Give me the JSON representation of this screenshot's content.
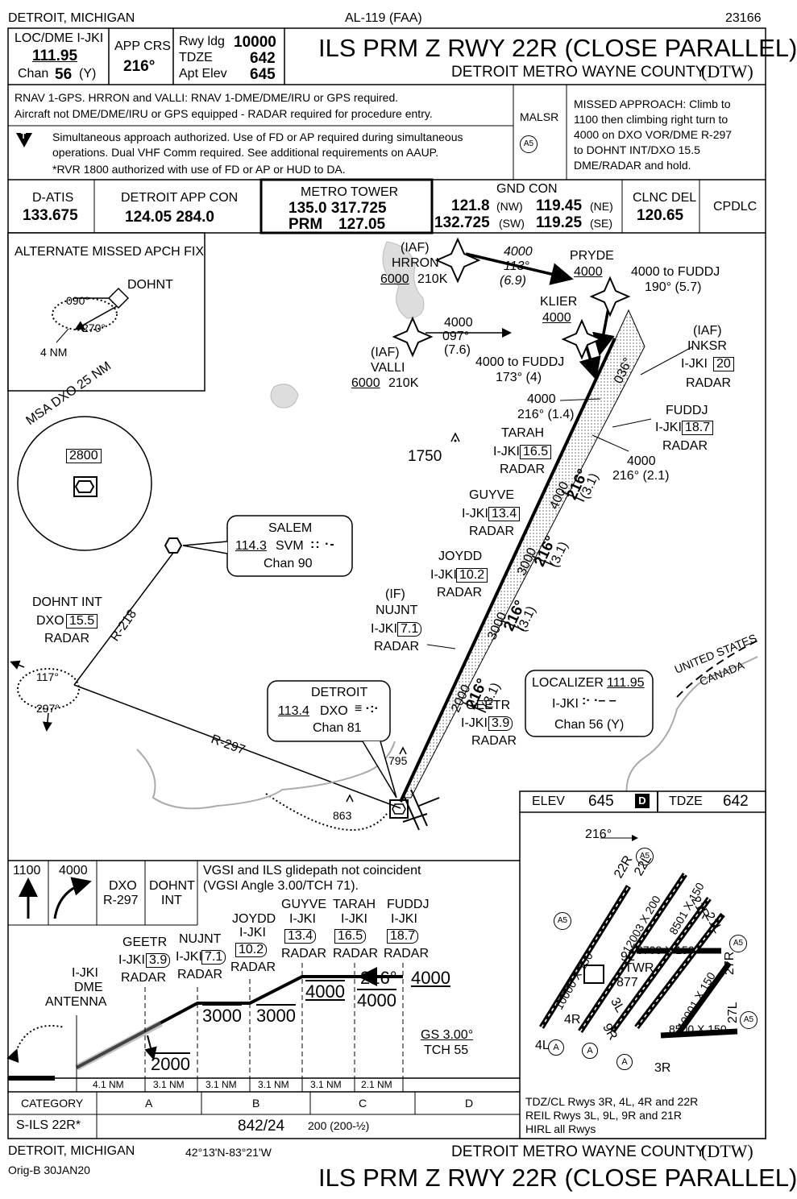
{
  "header": {
    "city": "DETROIT, MICHIGAN",
    "procedure_id": "AL-119 (FAA)",
    "chart_number": "23166",
    "loc_label": "LOC/DME I-JKI",
    "loc_freq": "111.95",
    "loc_chan_label": "Chan",
    "loc_chan": "56",
    "loc_chan_suffix": "(Y)",
    "app_crs_label": "APP CRS",
    "app_crs": "216°",
    "rwy_ldg_label": "Rwy ldg",
    "rwy_ldg": "10000",
    "tdze_label": "TDZE",
    "tdze": "642",
    "apt_elev_label": "Apt Elev",
    "apt_elev": "645",
    "title": "ILS PRM Z RWY 22R (CLOSE PARALLEL)",
    "airport": "DETROIT METRO WAYNE COUNTY",
    "airport_id": "(DTW)"
  },
  "notes": {
    "rnav_1": "RNAV 1-GPS. HRRON and VALLI: RNAV 1-DME/DME/IRU or GPS required.",
    "rnav_2": "Aircraft not DME/DME/IRU or GPS equipped - RADAR required for procedure entry.",
    "simul_1": "Simultaneous approach authorized. Use of FD or AP required during simultaneous",
    "simul_2": "operations. Dual VHF Comm required. See additional requirements on AAUP.",
    "rvr": "*RVR 1800 authorized with use of FD or AP or HUD to DA.",
    "t_symbol": "T",
    "malsr": "MALSR",
    "missed_approach": [
      "MISSED APPROACH: Climb to",
      "1100 then climbing right turn to",
      "4000 on DXO VOR/DME R-297",
      "to DOHNT INT/DXO 15.5",
      "DME/RADAR and hold."
    ]
  },
  "comms": {
    "datis_label": "D-ATIS",
    "datis": "133.675",
    "app_label": "DETROIT APP CON",
    "app": "124.05  284.0",
    "tower_label": "METRO TOWER",
    "tower": "135.0  317.725",
    "prm_label": "PRM",
    "prm": "127.05",
    "gnd_label": "GND CON",
    "gnd_1": "121.8",
    "gnd_1_sfx": "(NW)",
    "gnd_2": "119.45",
    "gnd_2_sfx": "(NE)",
    "gnd_3": "132.725",
    "gnd_3_sfx": "(SW)",
    "gnd_4": "119.25",
    "gnd_4_sfx": "(SE)",
    "clnc_label": "CLNC DEL",
    "clnc": "120.65",
    "cpdlc": "CPDLC"
  },
  "plan": {
    "alt_missed_title": "ALTERNATE MISSED APCH FIX",
    "alt_dohnt": "DOHNT",
    "alt_090": "090°",
    "alt_270": "270°",
    "alt_4nm": "4 NM",
    "msa_label": "MSA DXO 25 NM",
    "msa_alt": "2800",
    "hrron_iaf": "(IAF)",
    "hrron": "HRRON",
    "hrron_alt": "6000",
    "hrron_spd": "210K",
    "seg_hrron_alt": "4000",
    "seg_hrron_crs": "113°",
    "seg_hrron_dist": "(6.9)",
    "pryde": "PRYDE",
    "pryde_alt": "4000",
    "pryde_seg": "4000 to FUDDJ",
    "pryde_seg_crs": "190° (5.7)",
    "klier": "KLIER",
    "klier_alt": "4000",
    "klier_seg": "4000 to FUDDJ",
    "klier_seg_crs": "173° (4)",
    "valli_iaf": "(IAF)",
    "valli": "VALLI",
    "valli_alt": "6000",
    "valli_spd": "210K",
    "valli_seg_alt": "4000",
    "valli_seg_crs": "097°",
    "valli_seg_dist": "(7.6)",
    "inksr_iaf": "(IAF)",
    "inksr": "INKSR",
    "inksr_dme_lbl": "I-JKI",
    "inksr_dme": "20",
    "inksr_radar": "RADAR",
    "crs_036": "036°",
    "seg_4000_a": "4000",
    "seg_216_a": "216° (1.4)",
    "fuddj": "FUDDJ",
    "fuddj_dme_lbl": "I-JKI",
    "fuddj_dme": "18.7",
    "fuddj_radar": "RADAR",
    "tarah": "TARAH",
    "tarah_dme_lbl": "I-JKI",
    "tarah_dme": "16.5",
    "tarah_radar": "RADAR",
    "seg_4000_b": "4000",
    "seg_216_b": "216° (2.1)",
    "obst_1750": "1750",
    "guyve": "GUYVE",
    "guyve_dme_lbl": "I-JKI",
    "guyve_dme": "13.4",
    "guyve_radar": "RADAR",
    "joydd": "JOYDD",
    "joydd_dme_lbl": "I-JKI",
    "joydd_dme": "10.2",
    "joydd_radar": "RADAR",
    "nujnt_if": "(IF)",
    "nujnt": "NUJNT",
    "nujnt_dme_lbl": "I-JKI",
    "nujnt_dme": "7.1",
    "nujnt_radar": "RADAR",
    "geetr": "GEETR",
    "geetr_dme_lbl": "I-JKI",
    "geetr_dme": "3.9",
    "geetr_radar": "RADAR",
    "crs_216": "216°",
    "dist_31": "(3.1)",
    "alt_4000": "4000",
    "alt_3000": "3000",
    "alt_2000": "2000",
    "salem": "SALEM",
    "salem_freq": "114.3",
    "salem_id": "SVM",
    "salem_chan": "Chan 90",
    "dohnt_int": "DOHNT INT",
    "dohnt_dxo": "DXO",
    "dohnt_dme": "15.5",
    "dohnt_radar": "RADAR",
    "r218": "R-218",
    "r297": "R-297",
    "hold_117": "117°",
    "hold_297": "297°",
    "detroit_vor": "DETROIT",
    "detroit_freq": "113.4",
    "detroit_id": "DXO",
    "detroit_chan": "Chan 81",
    "obst_795": "795",
    "obst_863": "863",
    "loc_box_label": "LOCALIZER",
    "loc_box_freq": "111.95",
    "loc_box_id": "I-JKI",
    "loc_box_chan": "Chan 56 (Y)",
    "border_us": "UNITED STATES",
    "border_ca": "CANADA"
  },
  "airport": {
    "elev_label": "ELEV",
    "elev": "645",
    "d_badge": "D",
    "tdze_label": "TDZE",
    "tdze": "642",
    "crs_216": "216°",
    "r22r": "22R",
    "r22l": "22L",
    "r21l": "21L",
    "r21r": "21R",
    "r27r": "27R",
    "r27l": "27L",
    "r3l": "3L",
    "r3r": "3R",
    "r4r": "4R",
    "r4l": "4L",
    "r9r": "9R",
    "r9l": "9L",
    "dim_10000": "10000 X 150",
    "dim_12003": "12003 X 200",
    "dim_8501": "8501 X 150",
    "dim_8708": "8708 X 150",
    "dim_10001": "10001 X 150",
    "dim_8500": "8500 X 150",
    "twr": "TWR",
    "twr_elev": "877",
    "a5": "A5",
    "a": "A"
  },
  "profile": {
    "climb_1100": "1100",
    "climb_4000": "4000",
    "dxo": "DXO",
    "r297": "R-297",
    "dohnt": "DOHNT",
    "int": "INT",
    "vgsi_1": "VGSI and ILS glidepath not coincident",
    "vgsi_2": "(VGSI Angle 3.00/TCH 71).",
    "fuddj": "FUDDJ",
    "tarah": "TARAH",
    "guyve": "GUYVE",
    "joydd": "JOYDD",
    "nujnt": "NUJNT",
    "geetr": "GEETR",
    "ijki": "I-JKI",
    "fuddj_dme": "18.7",
    "tarah_dme": "16.5",
    "guyve_dme": "13.4",
    "joydd_dme": "10.2",
    "nujnt_dme": "7.1",
    "geetr_dme": "3.9",
    "radar": "RADAR",
    "dme_antenna_1": "I-JKI",
    "dme_antenna_2": "DME",
    "dme_antenna_3": "ANTENNA",
    "crs": "216°",
    "alt_4000": "4000",
    "alt_3000": "3000",
    "alt_2000": "2000",
    "gs": "GS 3.00°",
    "tch": "TCH 55",
    "dists": [
      "4.1 NM",
      "3.1 NM",
      "3.1 NM",
      "3.1 NM",
      "3.1 NM",
      "2.1 NM"
    ]
  },
  "minimums": {
    "category_label": "CATEGORY",
    "cats": [
      "A",
      "B",
      "C",
      "D"
    ],
    "approach": "S-ILS 22R*",
    "da_vis": "842/24",
    "hat": "200 (200-½)"
  },
  "airport_notes": [
    "TDZ/CL Rwys 3R, 4L, 4R and 22R",
    "REIL Rwys 3L, 9L, 9R and 21R",
    "HIRL all Rwys"
  ],
  "footer": {
    "city": "DETROIT, MICHIGAN",
    "coords": "42°13'N-83°21'W",
    "orig": "Orig-B  30JAN20",
    "airport": "DETROIT METRO WAYNE COUNTY",
    "airport_id": "(DTW)",
    "title": "ILS PRM Z RWY 22R (CLOSE PARALLEL)"
  }
}
